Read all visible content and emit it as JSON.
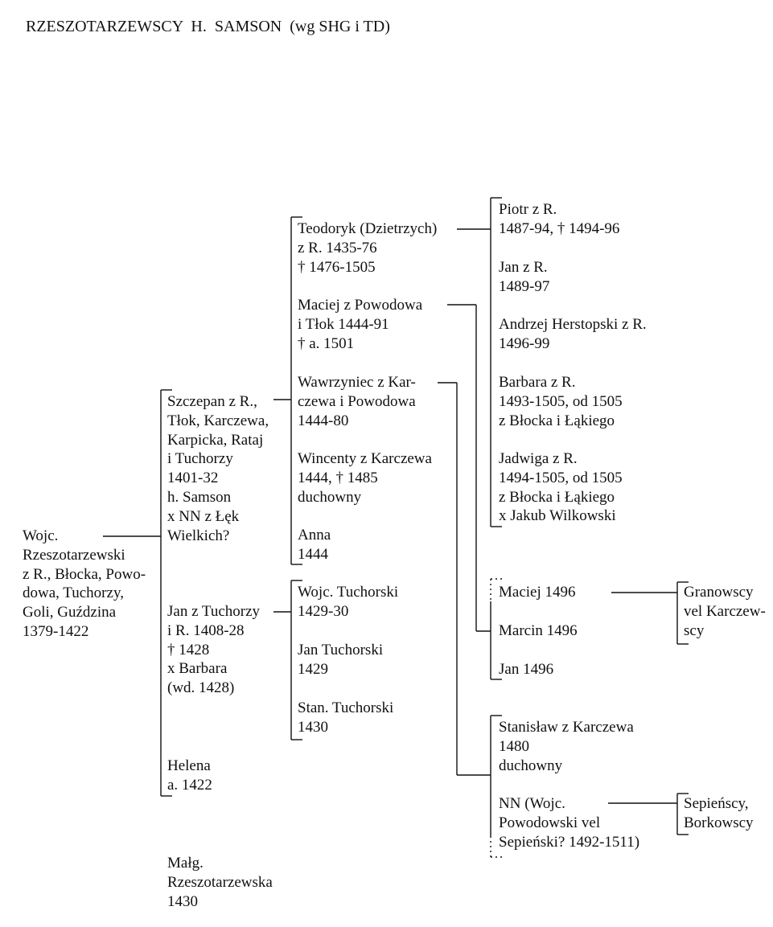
{
  "title": "RZESZOTARZEWSCY  H.  SAMSON  (wg SHG i TD)",
  "nodes": {
    "wojciech": [
      "Wojc.",
      "Rzeszotarzewski",
      "z R., Błocka, Powo-",
      "dowa, Tuchorzy,",
      "Goli, Guździna",
      "1379-1422"
    ],
    "szczepan": [
      "Szczepan z R.,",
      "Tłok, Karczewa,",
      "Karpicka, Rataj",
      "i Tuchorzy",
      "1401-32",
      "h. Samson",
      "x NN z Łęk",
      "Wielkich?"
    ],
    "jan_tuchorzy": [
      "Jan z Tuchorzy",
      "i R. 1408-28",
      "† 1428",
      "x Barbara",
      "(wd. 1428)"
    ],
    "helena": [
      "Helena",
      "a. 1422"
    ],
    "malgorzata": [
      "Małg.",
      "Rzeszotarzewska",
      "1430"
    ],
    "teodoryk": [
      "Teodoryk (Dzietrzych)",
      "z R. 1435-76",
      "† 1476-1505"
    ],
    "maciej_powodowa": [
      "Maciej z Powodowa",
      "i Tłok  1444-91",
      "† a. 1501"
    ],
    "wawrzyniec": [
      "Wawrzyniec z Kar-",
      "czewa i Powodowa",
      "1444-80"
    ],
    "wincenty": [
      "Wincenty z Karczewa",
      "1444, † 1485",
      "duchowny"
    ],
    "anna": [
      "Anna",
      "1444"
    ],
    "wojc_tuchorski": [
      "Wojc. Tuchorski",
      "1429-30"
    ],
    "jan_tuchorski": [
      "Jan Tuchorski",
      "1429"
    ],
    "stan_tuchorski": [
      "Stan. Tuchorski",
      "1430"
    ],
    "piotr": [
      "Piotr z R.",
      "1487-94, † 1494-96"
    ],
    "jan_zr": [
      "Jan z R.",
      "1489-97"
    ],
    "andrzej": [
      "Andrzej Herstopski z R.",
      "1496-99"
    ],
    "barbara": [
      "Barbara z R.",
      "1493-1505, od 1505",
      "z Błocka i Łąkiego"
    ],
    "jadwiga": [
      "Jadwiga z R.",
      "1494-1505, od 1505",
      "z Błocka i Łąkiego",
      "x Jakub Wilkowski"
    ],
    "maciej1496": [
      "Maciej 1496"
    ],
    "marcin1496": [
      "Marcin 1496"
    ],
    "jan1496": [
      "Jan 1496"
    ],
    "stanislaw": [
      "Stanisław z Karczewa",
      "1480",
      "duchowny"
    ],
    "nn_wojc": [
      "NN (Wojc.",
      "Powodowski vel",
      "Sepieński? 1492-1511)"
    ],
    "granowscy": [
      "Granowscy",
      "vel Karczew-",
      "scy"
    ],
    "sepienscy": [
      "Sepieńscy,",
      "Borkowscy"
    ]
  }
}
